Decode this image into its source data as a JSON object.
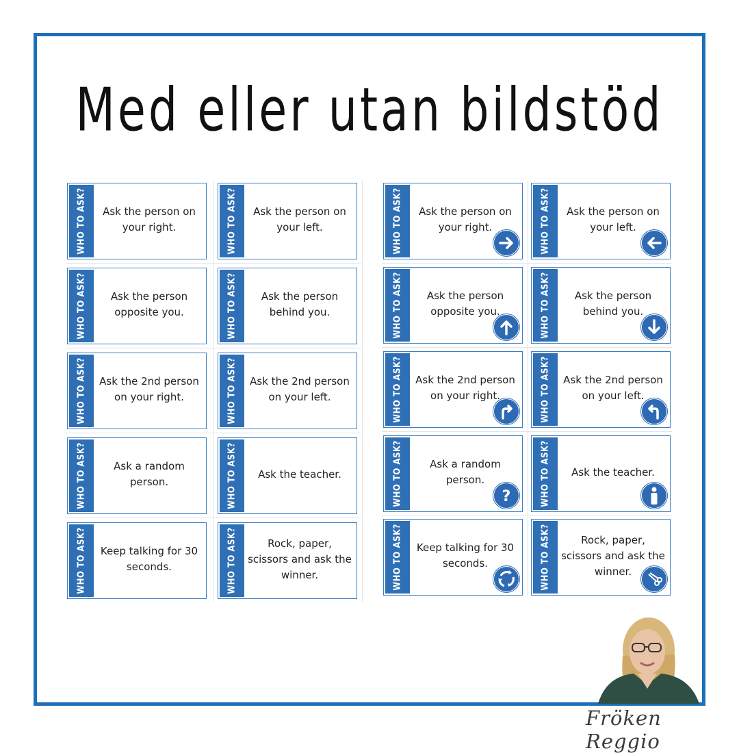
{
  "title": "Med eller utan bildstöd",
  "tab_label": "WHO TO ASK?",
  "left_cards": [
    {
      "text": "Ask the person on your right."
    },
    {
      "text": "Ask the person on your left."
    },
    {
      "text": "Ask the person opposite you."
    },
    {
      "text": "Ask the person behind you."
    },
    {
      "text": "Ask the 2nd person on your right."
    },
    {
      "text": "Ask the 2nd person on your left."
    },
    {
      "text": "Ask a random person."
    },
    {
      "text": "Ask the teacher."
    },
    {
      "text": "Keep talking for 30 seconds."
    },
    {
      "text": "Rock, paper, scissors and ask the winner."
    }
  ],
  "right_cards": [
    {
      "text": "Ask the person on your right.",
      "icon": "arrow-right-icon"
    },
    {
      "text": "Ask the person on your left.",
      "icon": "arrow-left-icon"
    },
    {
      "text": "Ask the person opposite you.",
      "icon": "arrow-up-icon"
    },
    {
      "text": "Ask the person behind you.",
      "icon": "arrow-down-icon"
    },
    {
      "text": "Ask the 2nd person on your right.",
      "icon": "turn-right-icon"
    },
    {
      "text": "Ask the 2nd person on your left.",
      "icon": "turn-left-icon"
    },
    {
      "text": "Ask a random person.",
      "icon": "question-icon"
    },
    {
      "text": "Ask the teacher.",
      "icon": "person-icon"
    },
    {
      "text": "Keep talking for 30 seconds.",
      "icon": "roundabout-icon"
    },
    {
      "text": "Rock, paper, scissors and ask the winner.",
      "icon": "scissors-icon"
    }
  ],
  "signature": "Fröken Reggio",
  "colors": {
    "frame": "#1d70b8",
    "tab": "#2f6fb5",
    "icon": "#2d6ab3"
  }
}
